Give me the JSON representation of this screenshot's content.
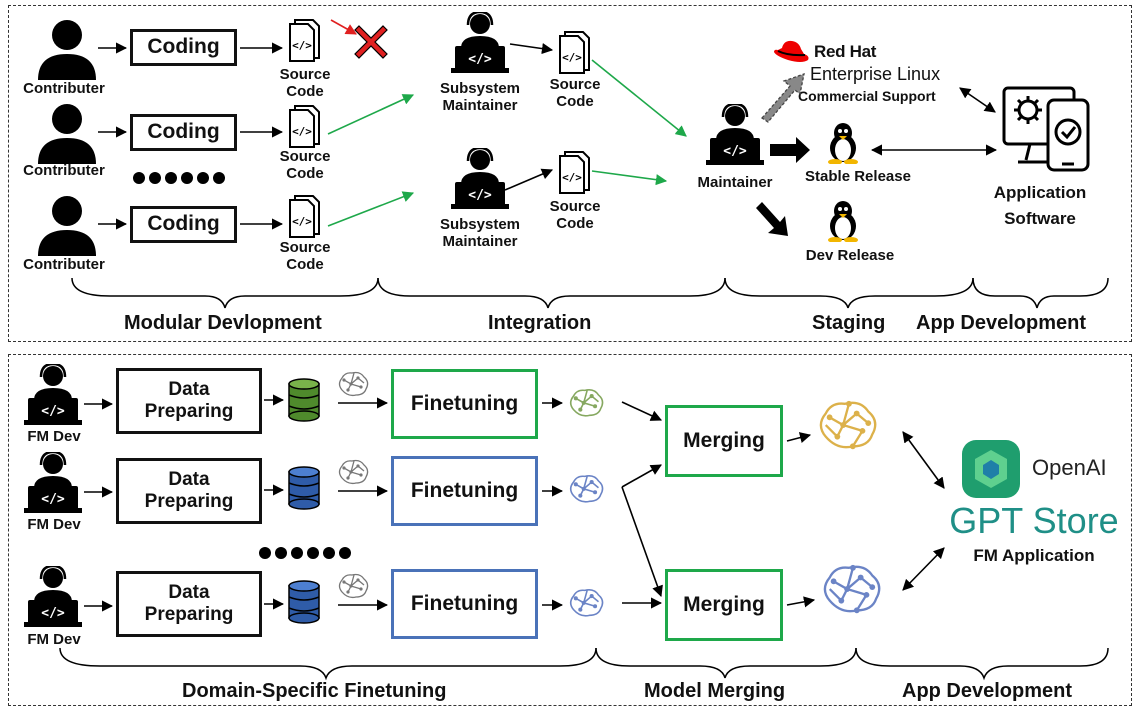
{
  "top": {
    "coding_label": "Coding",
    "contributor_label": "Contributer",
    "source_code_label": "Source\nCode",
    "subsystem_label": "Subsystem\nMaintainer",
    "maintainer_label": "Maintainer",
    "redhat_brand": "Red Hat",
    "redhat_product": "Enterprise Linux",
    "commercial_support": "Commercial Support",
    "stable_release": "Stable Release",
    "dev_release": "Dev Release",
    "app_software": "Application\nSoftware",
    "stages": [
      "Modular Devlopment",
      "Integration",
      "Staging",
      "App Development"
    ]
  },
  "bottom": {
    "fm_dev_label": "FM Dev",
    "data_preparing_label": "Data\nPreparing",
    "finetuning_label": "Finetuning",
    "merging_label": "Merging",
    "openai_label": "OpenAI",
    "gpt_store_label": "GPT Store",
    "fm_application_label": "FM Application",
    "stages": [
      "Domain-Specific Finetuning",
      "Model Merging",
      "App Development"
    ]
  },
  "colors": {
    "green": "#1ea84a",
    "blue": "#4a72b8",
    "red": "#e02020",
    "gold": "#e0b84a",
    "teal": "#2a9d8f"
  }
}
